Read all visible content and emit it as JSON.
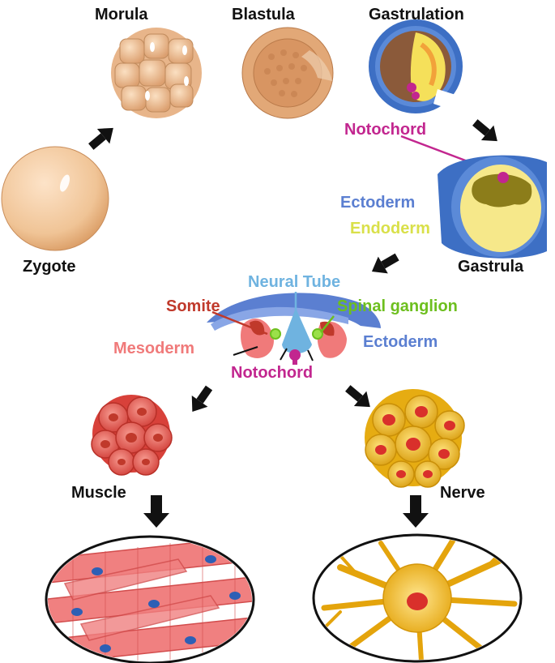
{
  "stages": {
    "morula": "Morula",
    "blastula": "Blastula",
    "gastrulation": "Gastrulation",
    "zygote": "Zygote",
    "gastrula": "Gastrula",
    "muscle": "Muscle",
    "nerve": "Nerve"
  },
  "labels": {
    "notochord_top": "Notochord",
    "ectoderm_gastrula": "Ectoderm",
    "endoderm": "Endoderm",
    "neural_tube": "Neural Tube",
    "somite": "Somite",
    "spinal_ganglion": "Spinal ganglion",
    "mesoderm": "Mesoderm",
    "ectoderm_neurula": "Ectoderm",
    "notochord_bottom": "Notochord"
  },
  "colors": {
    "ectoderm": "#5b7fd1",
    "endoderm": "#d9e04a",
    "notochord": "#c2268f",
    "somite": "#c0392b",
    "mesoderm": "#f07a7a",
    "neural_tube": "#6fb3e0",
    "spinal_ganglion": "#6dbf1e",
    "cell_skin": "#f2c9a0",
    "muscle": "#e85b5b",
    "nerve": "#f0c020"
  }
}
